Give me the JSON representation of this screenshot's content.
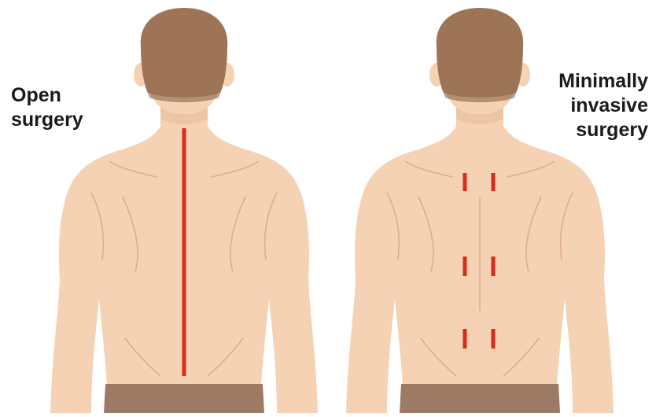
{
  "labels": {
    "open": [
      "Open",
      "surgery"
    ],
    "minimally_invasive": [
      "Minimally",
      "invasive",
      "surgery"
    ]
  },
  "colors": {
    "skin": "#F4D2B3",
    "skin_shadow": "#E6B995",
    "skin_line": "#D9A67F",
    "hair": "#9E7456",
    "hair_dark": "#8B6246",
    "waistband": "#9D7A63",
    "incision": "#D92B1E",
    "background": "#FFFFFF"
  },
  "figures": [
    {
      "name": "open-surgery-figure",
      "incision": "single long vertical line along spine"
    },
    {
      "name": "minimally-invasive-figure",
      "incision_pairs": 3
    }
  ]
}
